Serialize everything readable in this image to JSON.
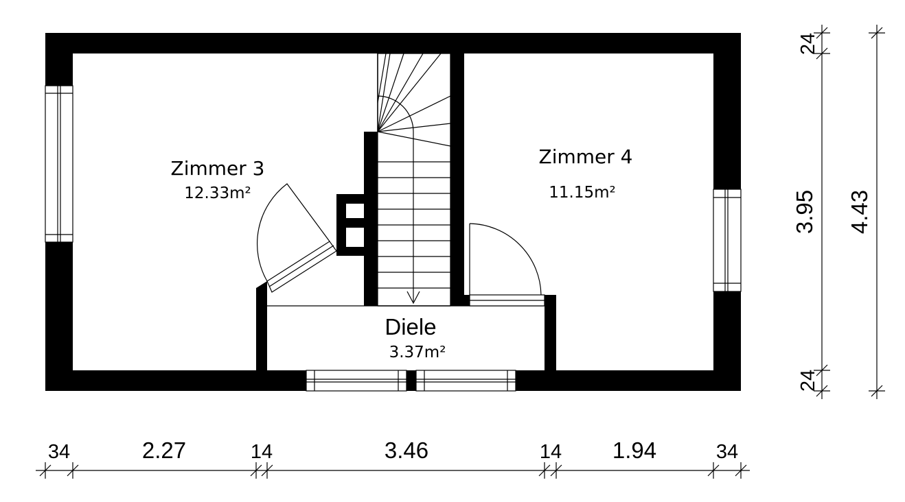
{
  "rooms": {
    "zimmer3": {
      "name": "Zimmer 3",
      "area": "12.33m²"
    },
    "zimmer4": {
      "name": "Zimmer 4",
      "area": "11.15m²"
    },
    "diele": {
      "name": "Diele",
      "area": "3.37m²"
    }
  },
  "dimensions": {
    "horizontal": [
      "34",
      "2.27",
      "14",
      "3.46",
      "14",
      "1.94",
      "34"
    ],
    "vertical_inner": {
      "top": "24",
      "middle": "3.95",
      "bottom": "24"
    },
    "vertical_total": "4.43"
  },
  "colors": {
    "wall": "#000000",
    "background": "#ffffff"
  }
}
